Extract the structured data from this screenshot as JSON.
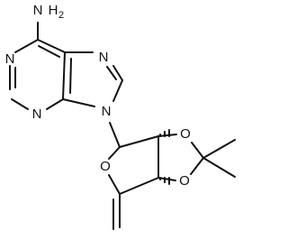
{
  "molecule": {
    "labels": {
      "amine": "H",
      "amine_sub": "2",
      "amine_n": "N",
      "n1": "N",
      "n3": "N",
      "n7": "N",
      "n9": "N",
      "o_ring": "O",
      "o_diox_top": "O",
      "o_diox_bot": "O"
    }
  }
}
